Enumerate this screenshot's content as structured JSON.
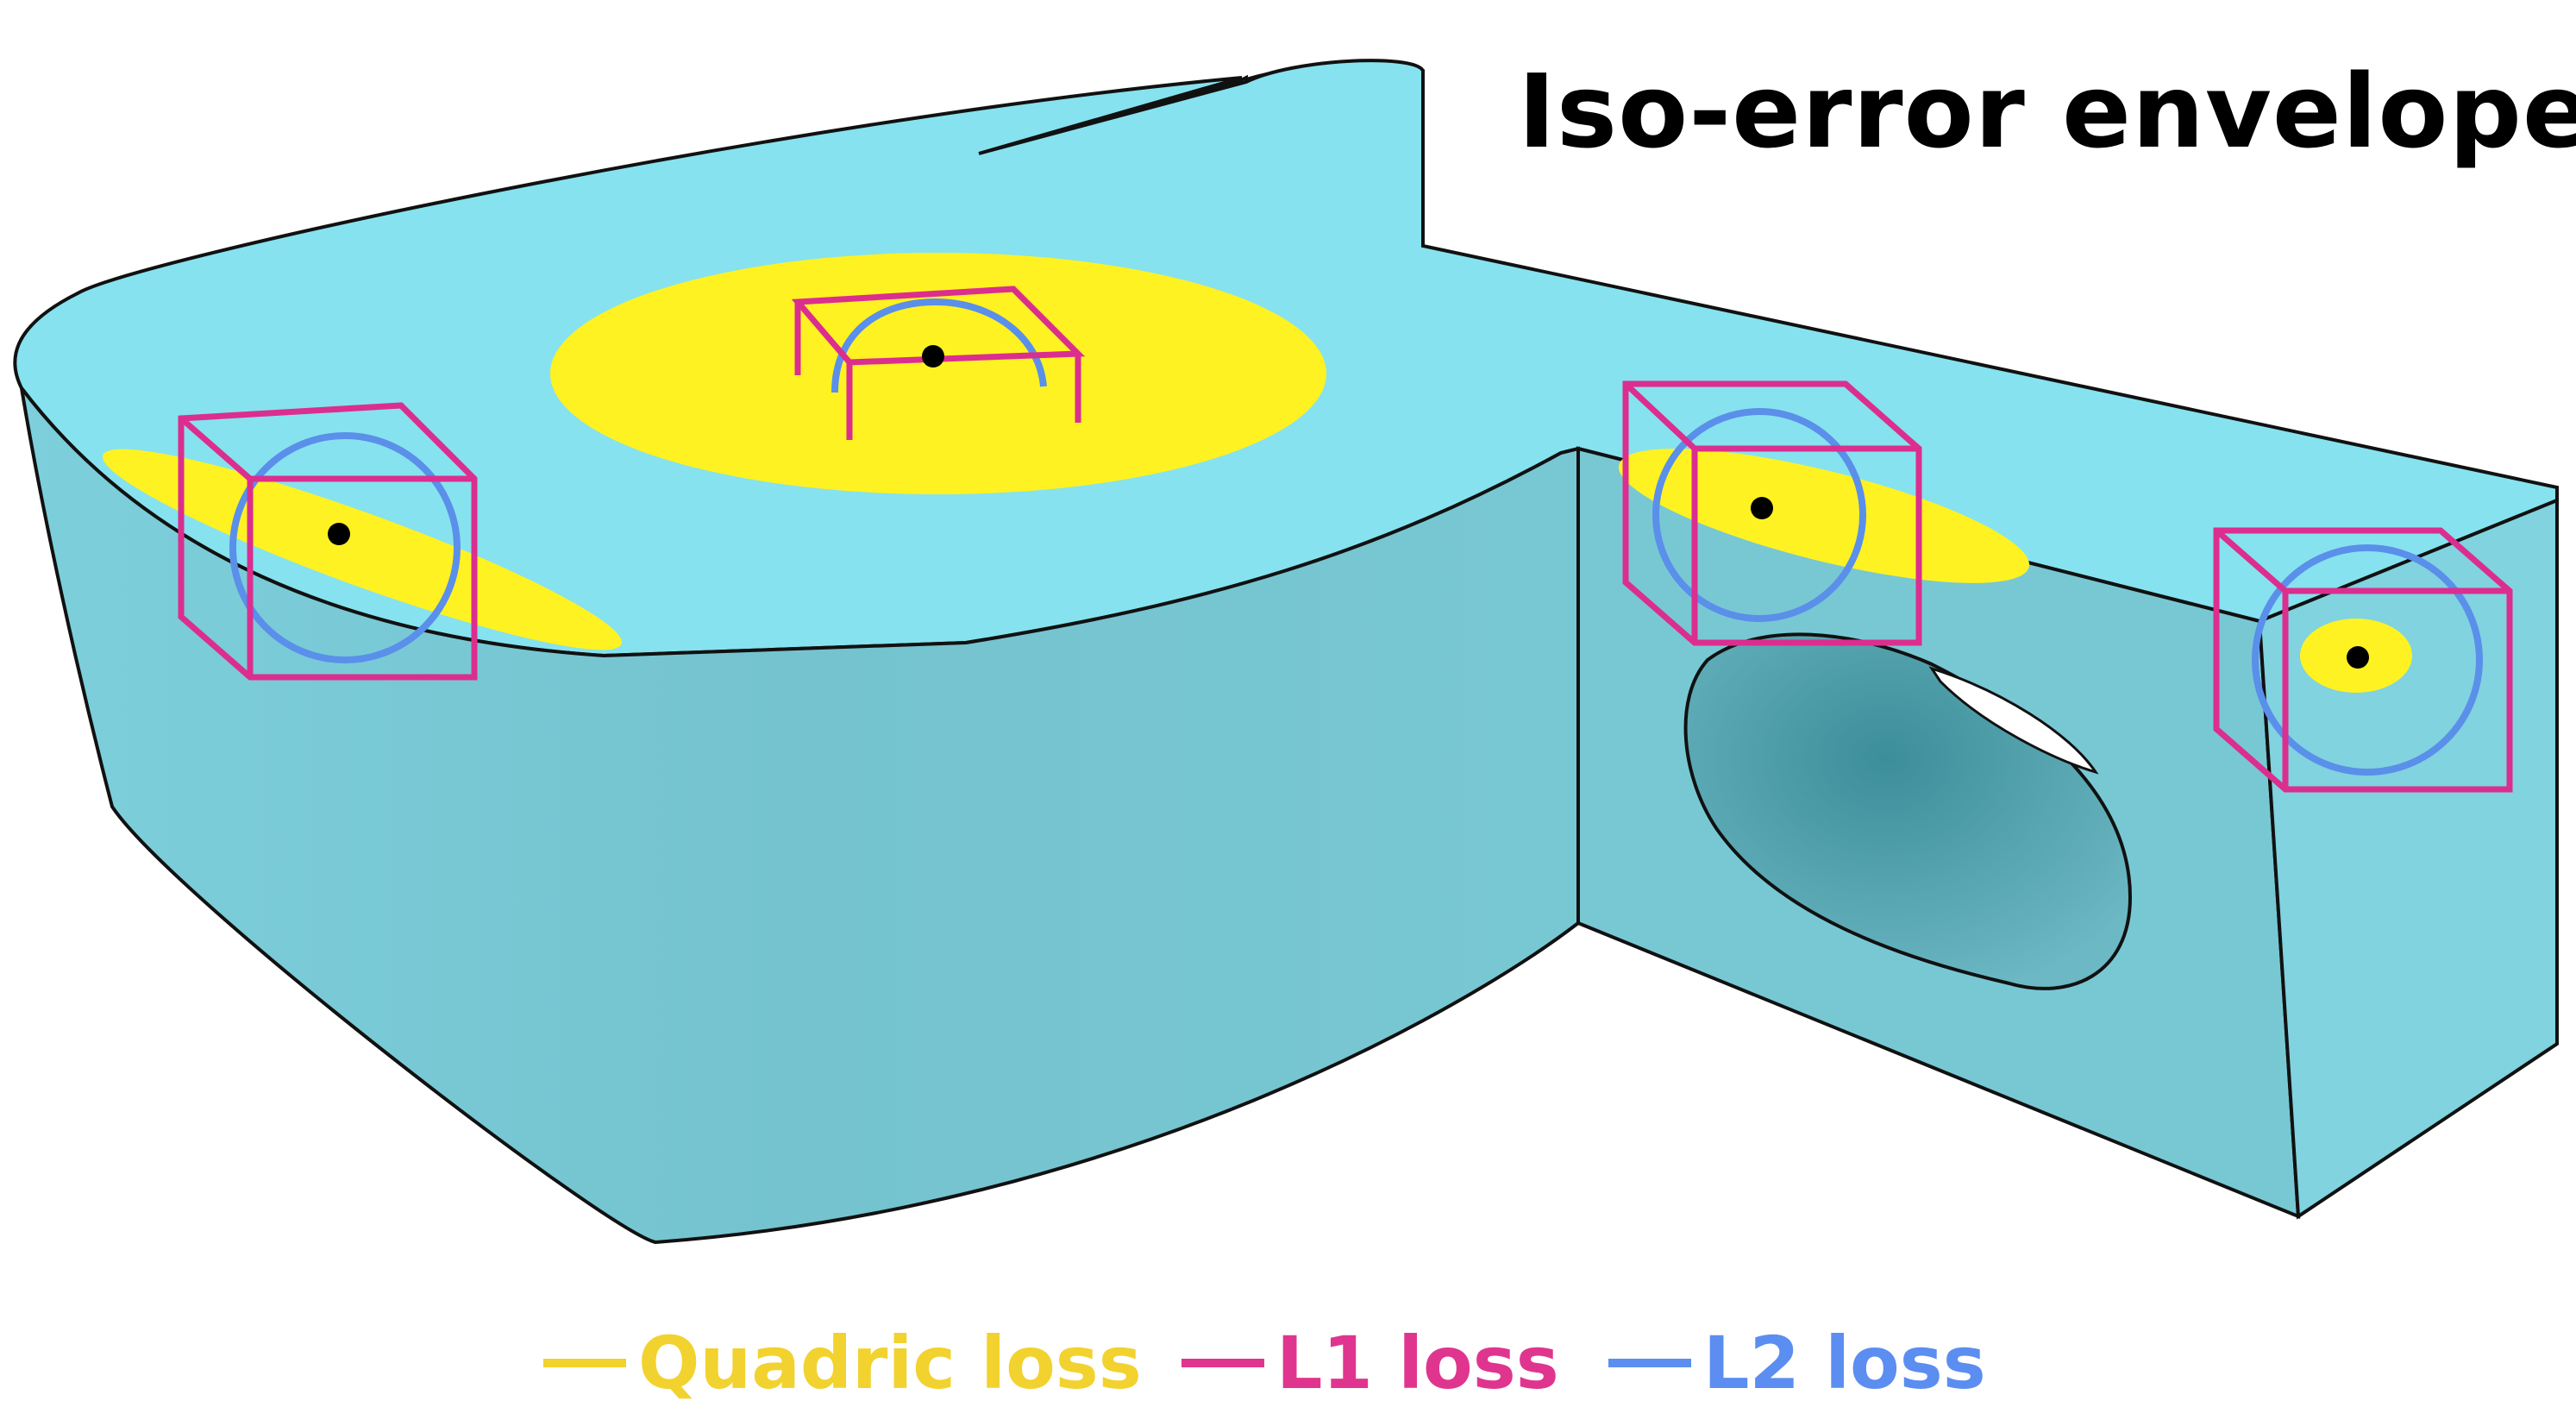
{
  "title": "Iso-error envelopes",
  "legend": [
    {
      "label": "Quadric loss",
      "color": "#F2D22E"
    },
    {
      "label": "L1 loss",
      "color": "#E0358F"
    },
    {
      "label": "L2 loss",
      "color": "#5B8EF0"
    }
  ],
  "colors": {
    "mesh_top": "#86E2EE",
    "mesh_side": "#78C9D6",
    "mesh_edge": "#111111",
    "quadric_fill": "#FFF222",
    "l1_stroke": "#DB2E8F",
    "l2_stroke": "#5A8FEA",
    "point": "#000000"
  }
}
